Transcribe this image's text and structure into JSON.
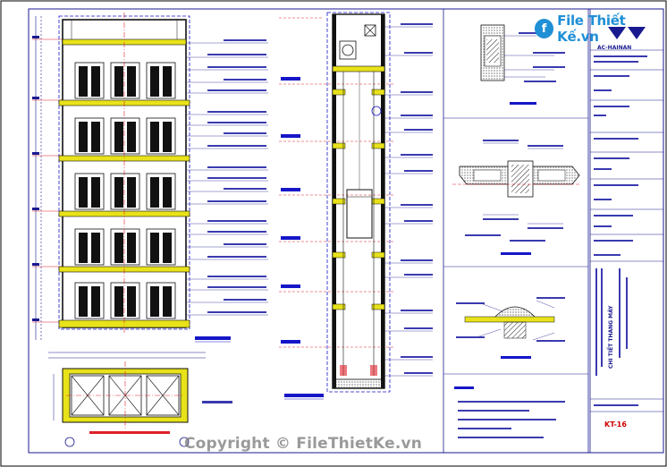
{
  "watermark": {
    "logo_badge": "f",
    "logo_text": "File Thiết Kế.vn",
    "copyright": "Copyright © FileThietKe.vn"
  },
  "title_block": {
    "brand": "AC-HAINAN",
    "sheet_title": "CHI TIẾT THANG MÁY",
    "drawing_no": "KT-16"
  },
  "colors": {
    "frame": "#1a1a90",
    "dim": "#e0202a",
    "text": "#2c2ca8",
    "concrete": "#e8e21a",
    "wall": "#111111",
    "hatch": "#2a2a2a",
    "axis": "#1616c8"
  },
  "icons": [
    "logo-badge-icon",
    "brand-emblem-icon",
    "motor-icon",
    "elevator-cabin-icon"
  ]
}
